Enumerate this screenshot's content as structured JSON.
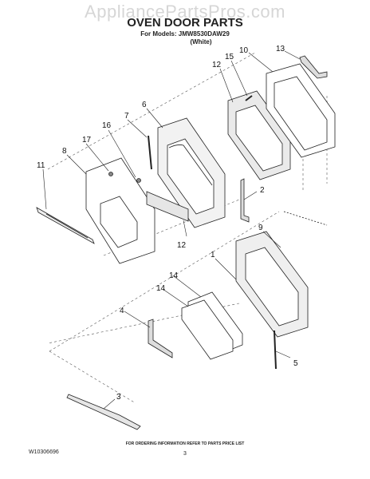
{
  "watermark": "AppliancePartsPros.com",
  "header": {
    "title": "OVEN DOOR PARTS",
    "models": "For Models: JMW8530DAW29",
    "variant": "(White)"
  },
  "callouts": [
    "13",
    "10",
    "15",
    "12",
    "6",
    "7",
    "16",
    "17",
    "8",
    "11",
    "2",
    "12",
    "9",
    "1",
    "14",
    "14",
    "4",
    "5",
    "3"
  ],
  "footer": {
    "ordering_info": "FOR ORDERING INFORMATION REFER TO PARTS PRICE LIST",
    "doc_id": "W10306696",
    "page": "3"
  }
}
